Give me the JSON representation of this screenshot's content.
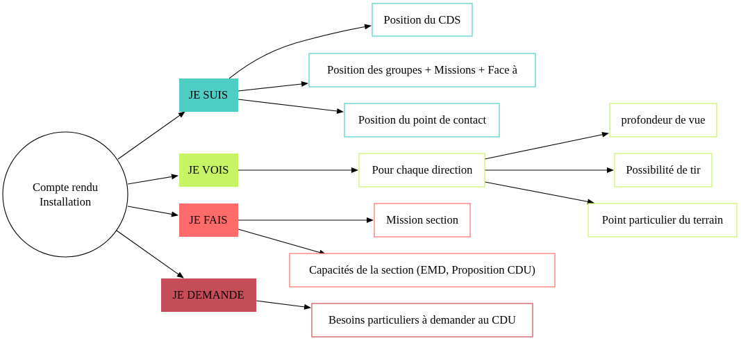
{
  "root": {
    "line1": "Compte rendu",
    "line2": "Installation"
  },
  "categories": {
    "suis": {
      "label": "JE SUIS",
      "color": "#4ecdc4"
    },
    "vois": {
      "label": "JE VOIS",
      "color": "#c7f464"
    },
    "fais": {
      "label": "JE FAIS",
      "color": "#ff6b6b"
    },
    "demande": {
      "label": "JE DEMANDE",
      "color": "#c44d58"
    }
  },
  "leaves": {
    "position_cds": "Position du CDS",
    "position_groupes": "Position des groupes + Missions + Face à",
    "point_contact": "Position du point de contact",
    "chaque_direction": "Pour chaque direction",
    "profondeur": "profondeur de vue",
    "tir": "Possibilité de tir",
    "terrain": "Point particulier du terrain",
    "mission_section": "Mission section",
    "capacites": "Capacités de la section (EMD, Proposition CDU)",
    "besoins": "Besoins particuliers à demander au CDU"
  }
}
